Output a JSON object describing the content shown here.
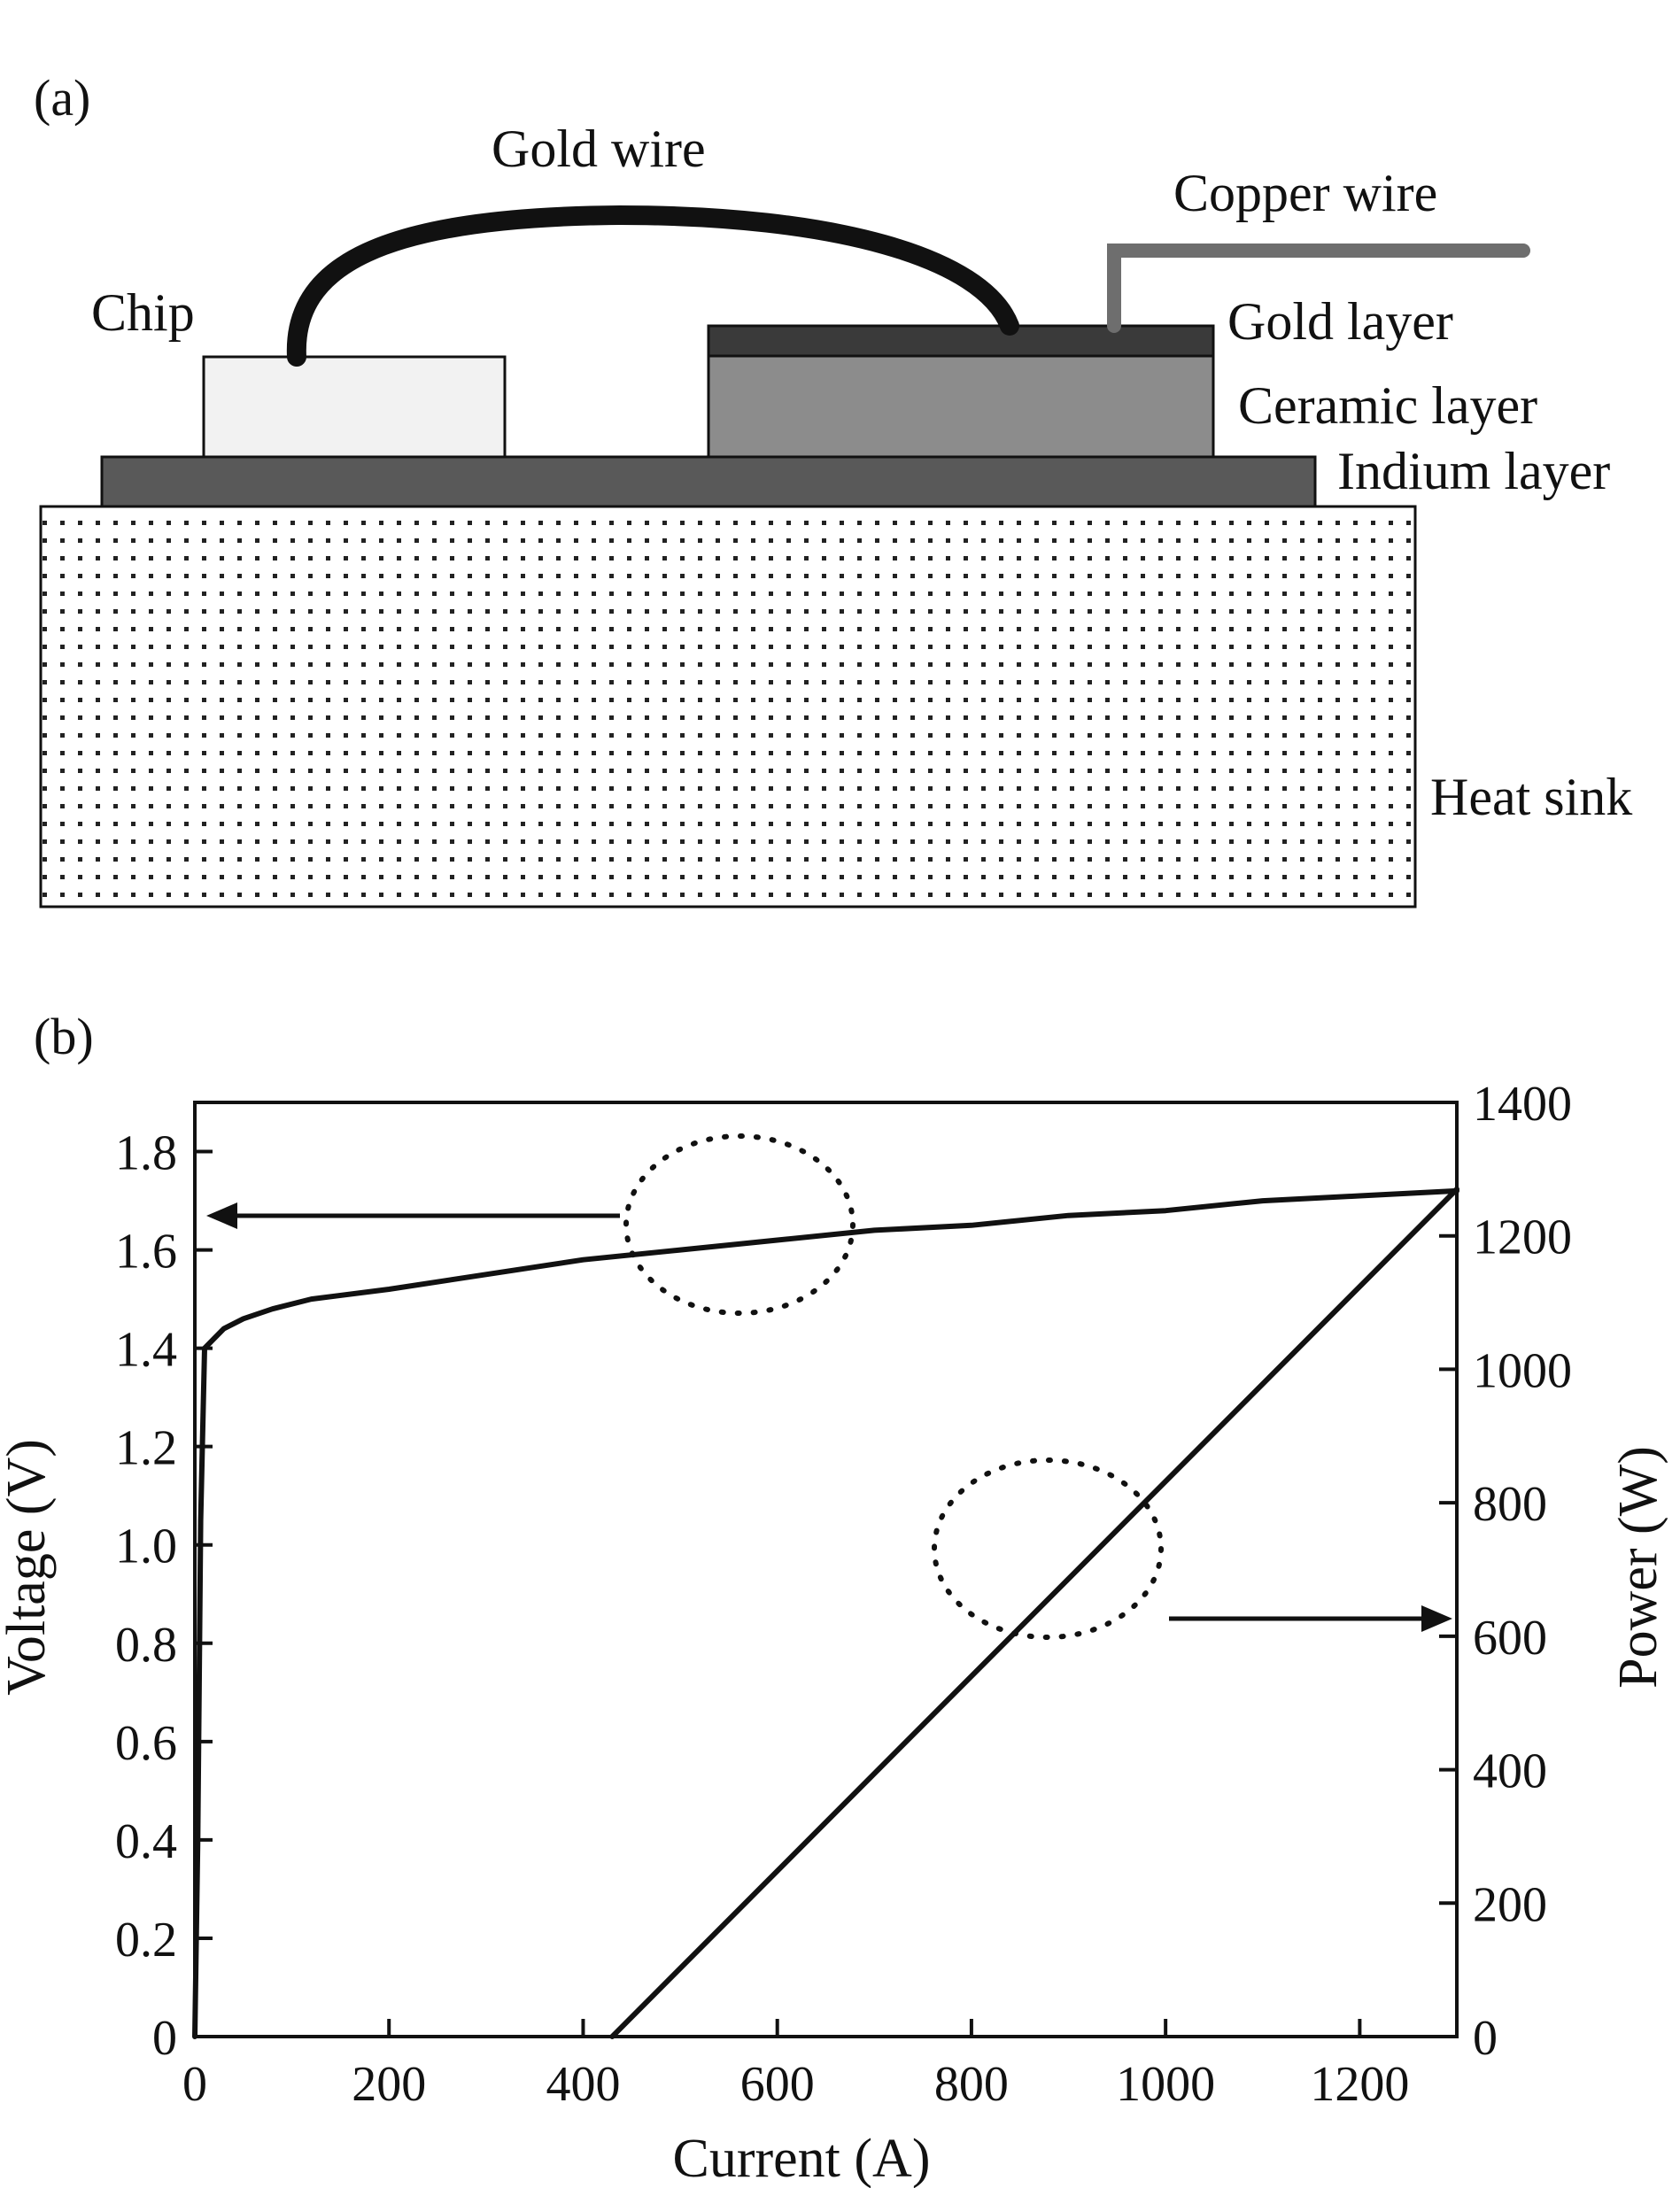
{
  "panel_a": {
    "tag": "(a)",
    "labels": {
      "gold_wire": "Gold wire",
      "copper_wire": "Copper wire",
      "chip": "Chip",
      "gold_layer": "Gold layer",
      "ceramic_layer": "Ceramic layer",
      "indium_layer": "Indium layer",
      "heat_sink": "Heat sink"
    },
    "colors": {
      "chip": "#f2f2f2",
      "gold_layer": "#3a3a3a",
      "ceramic_layer": "#8c8c8c",
      "indium_layer": "#595959",
      "copper_wire": "#6e6e6e",
      "heat_sink_dots": "#222222"
    }
  },
  "panel_b": {
    "tag": "(b)"
  },
  "chart_data": {
    "type": "line",
    "xlabel": "Current (A)",
    "ylabel": "Voltage (V)",
    "y2label": "Power (W)",
    "xlim": [
      0,
      1300
    ],
    "ylim": [
      0,
      1.9
    ],
    "y2lim": [
      0,
      1400
    ],
    "xticks": [
      0,
      200,
      400,
      600,
      800,
      1000,
      1200
    ],
    "yticks": [
      0,
      0.2,
      0.4,
      0.6,
      0.8,
      1.0,
      1.2,
      1.4,
      1.6,
      1.8
    ],
    "ytick_labels": [
      "0",
      "0.2",
      "0.4",
      "0.6",
      "0.8",
      "1.0",
      "1.2",
      "1.4",
      "1.6",
      "1.8"
    ],
    "y2ticks": [
      0,
      200,
      400,
      600,
      800,
      1000,
      1200,
      1400
    ],
    "grid": false,
    "series": [
      {
        "axis": "left",
        "x": [
          0,
          3,
          6,
          10,
          15,
          20,
          30,
          50,
          80,
          120,
          200,
          300,
          400,
          500,
          600,
          700,
          800,
          900,
          1000,
          1100,
          1200,
          1300
        ],
        "y": [
          0.0,
          0.4,
          1.05,
          1.4,
          1.41,
          1.42,
          1.44,
          1.46,
          1.48,
          1.5,
          1.52,
          1.55,
          1.58,
          1.6,
          1.62,
          1.64,
          1.65,
          1.67,
          1.68,
          1.7,
          1.71,
          1.72
        ]
      },
      {
        "axis": "right",
        "x": [
          430,
          1300
        ],
        "y": [
          0,
          1270
        ]
      }
    ]
  }
}
